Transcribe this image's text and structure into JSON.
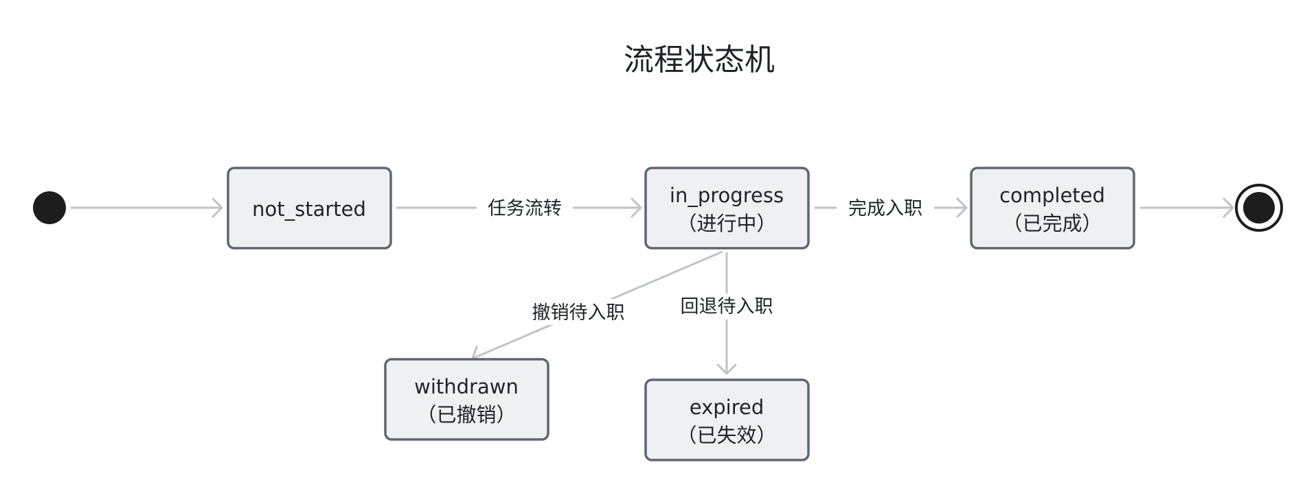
{
  "title": "流程状态机",
  "states": {
    "not_started": {
      "line1": "not_started",
      "line2": ""
    },
    "in_progress": {
      "line1": "in_progress",
      "line2": "（进行中）"
    },
    "completed": {
      "line1": "completed",
      "line2": "（已完成）"
    },
    "withdrawn": {
      "line1": "withdrawn",
      "line2": "（已撤销）"
    },
    "expired": {
      "line1": "expired",
      "line2": "（已失效）"
    }
  },
  "transitions": {
    "start_to_not_started": "",
    "not_started_to_in_progress": "任务流转",
    "in_progress_to_completed": "完成入职",
    "completed_to_end": "",
    "in_progress_to_withdrawn": "撤销待入职",
    "in_progress_to_expired": "回退待入职"
  },
  "colors": {
    "node_fill": "#eff0f2",
    "node_border": "#5f6670",
    "edge": "#bfc2c7",
    "text": "#1f2329",
    "terminal": "#1d1d1d"
  }
}
